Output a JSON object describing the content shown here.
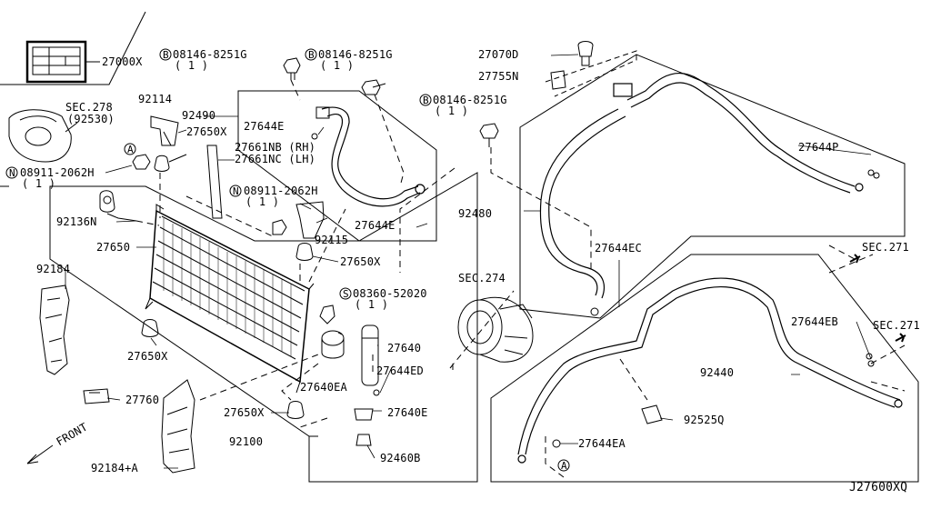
{
  "parts": {
    "p27000x": "27000X",
    "sec278": "SEC.278",
    "sec278_ref": "(92530)",
    "bolt_a_code": "08146-8251G",
    "bolt_a_qty": "( 1 )",
    "bolt_b_code": "08146-8251G",
    "bolt_b_qty": "( 1 )",
    "bolt_c_code": "08146-8251G",
    "bolt_c_qty": "( 1 )",
    "p27070d": "27070D",
    "p27755n": "27755N",
    "p92114": "92114",
    "p92490": "92490",
    "p27644e_top": "27644E",
    "p27650x_a": "27650X",
    "p27661nb": "27661NB (RH)",
    "p27661nc": "27661NC (LH)",
    "nut_a_code": "08911-2062H",
    "nut_a_qty": "( 1 )",
    "nut_b_code": "08911-2062H",
    "nut_b_qty": "( 1 )",
    "p92136n": "92136N",
    "p92115": "92115",
    "p27644e_mid": "27644E",
    "p92480": "92480",
    "p27644p": "27644P",
    "p27650": "27650",
    "p27650x_b": "27650X",
    "p27644ec": "27644EC",
    "sec271_a": "SEC.271",
    "p92184": "92184",
    "sec274": "SEC.274",
    "screw_code": "08360-52020",
    "screw_qty": "( 1 )",
    "p27644eb": "27644EB",
    "sec271_b": "SEC.271",
    "p27640": "27640",
    "p27650x_c": "27650X",
    "p27644ed": "27644ED",
    "p92440": "92440",
    "p27640ea": "27640EA",
    "p27760": "27760",
    "p27650x_d": "27650X",
    "p27640e": "27640E",
    "p92525q": "92525Q",
    "p92100": "92100",
    "p27644ea": "27644EA",
    "p92460b": "92460B",
    "p92184a": "92184+A",
    "front": "FRONT",
    "diagram_code": "J27600XQ"
  },
  "markers": {
    "circle_a": "A",
    "bolt_b": "B",
    "nut_n": "N",
    "screw_s": "S"
  }
}
